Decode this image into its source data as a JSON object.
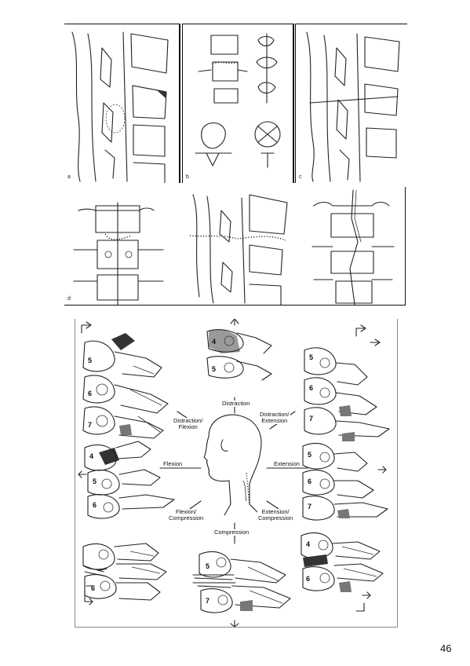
{
  "figure_top": {
    "panel_labels": [
      "a",
      "b",
      "c",
      "d"
    ]
  },
  "figure_bottom": {
    "mechanisms": {
      "distraction": "Distraction",
      "distraction_flexion": "Distraction/\nFlexion",
      "distraction_extension": "Distraction/\nExtension",
      "flexion": "Flexion",
      "extension": "Extension",
      "flexion_compression": "Flexion/\nCompression",
      "extension_compression": "Extension/\nCompression",
      "compression": "Compression"
    },
    "vertebra_levels": [
      "4",
      "5",
      "6",
      "7"
    ]
  },
  "page_number": "46"
}
